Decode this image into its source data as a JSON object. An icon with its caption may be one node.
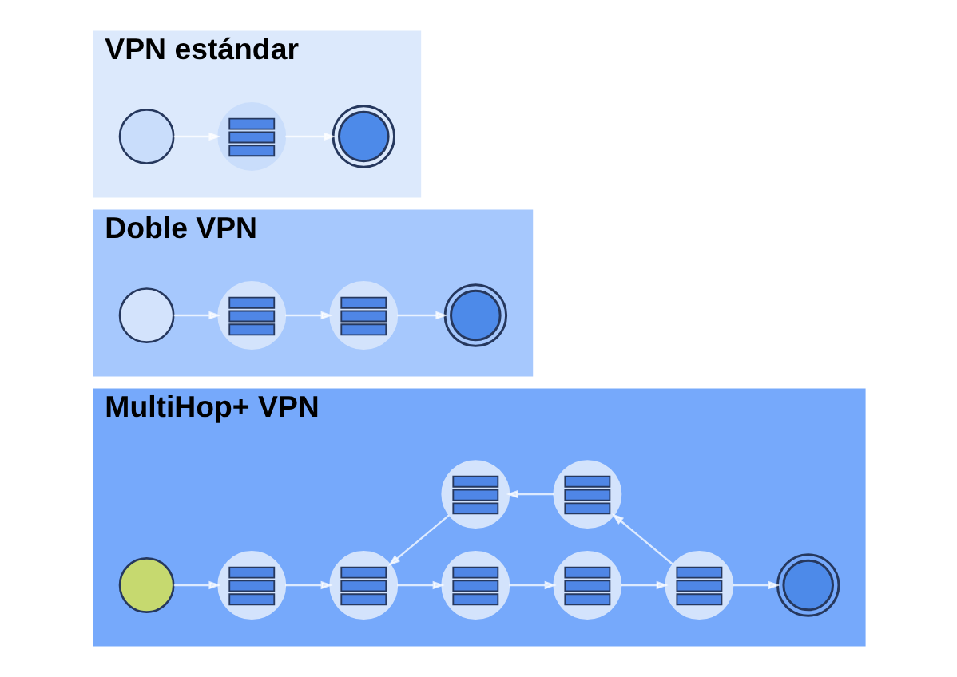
{
  "diagram": {
    "nodes": [
      {
        "text": [
          "VPN estándar"
        ]
      },
      {
        "text": [],
        "shape": "person",
        "in": 0
      },
      {
        "text": [],
        "shape": "picture",
        "in": 0
      },
      {
        "text": [],
        "shape": "picture",
        "in": 0
      },
      {
        "text": [
          "Doble VPN"
        ]
      },
      {
        "text": [],
        "shape": "person",
        "in": 4
      },
      {
        "text": [],
        "shape": "picture",
        "in": 4
      },
      {
        "text": [],
        "shape": "picture",
        "in": 4
      },
      {
        "text": [],
        "shape": "picture",
        "in": 4
      },
      {
        "text": [
          "MultiHop+ VPN"
        ]
      },
      {
        "text": [],
        "shape": "person",
        "in": 9
      },
      {
        "text": [],
        "shape": "picture",
        "in": 9
      },
      {
        "text": [],
        "shape": "picture",
        "in": 9
      },
      {
        "text": [],
        "shape": "picture",
        "in": 9
      },
      {
        "text": [],
        "shape": "picture",
        "in": 9
      },
      {
        "text": [],
        "shape": "picture",
        "in": 9
      },
      {
        "text": [],
        "shape": "picture",
        "in": 9
      },
      {
        "text": [],
        "shape": "picture",
        "in": 9
      },
      {
        "text": [],
        "shape": "picture",
        "in": 9
      }
    ],
    "edges": [
      {
        "from": 1,
        "to": 2,
        "arrow": "to"
      },
      {
        "from": 2,
        "to": 3,
        "arrow": "to"
      },
      {
        "from": 5,
        "to": 6,
        "arrow": "to"
      },
      {
        "from": 6,
        "to": 7,
        "arrow": "to"
      },
      {
        "from": 7,
        "to": 8,
        "arrow": "to"
      },
      {
        "from": 10,
        "to": 11,
        "arrow": "to"
      },
      {
        "from": 11,
        "to": 12,
        "arrow": "to"
      },
      {
        "from": 12,
        "to": 16,
        "arrow": "to"
      },
      {
        "from": 16,
        "to": 17,
        "arrow": "to"
      },
      {
        "from": 17,
        "to": 15,
        "arrow": "to"
      },
      {
        "from": 15,
        "to": 14,
        "arrow": "to"
      },
      {
        "from": 14,
        "to": 13,
        "arrow": "to"
      },
      {
        "from": 13,
        "to": 12,
        "arrow": "to"
      },
      {
        "from": 15,
        "to": 18,
        "arrow": "to"
      }
    ]
  }
}
